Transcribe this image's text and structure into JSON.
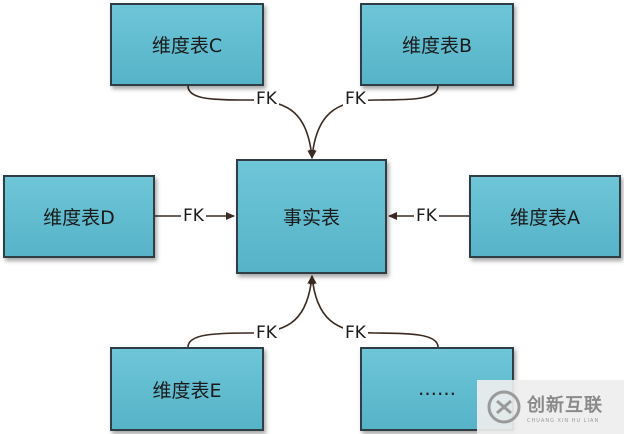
{
  "diagram": {
    "center_table": "事实表",
    "dimension_tables": {
      "c": "维度表C",
      "b": "维度表B",
      "d": "维度表D",
      "a": "维度表A",
      "e": "维度表E",
      "other": "……"
    },
    "fk_label": "FK"
  },
  "watermark": {
    "name_cn": "创新互联",
    "name_en": "CHUANG XIN HU LIAN"
  },
  "colors": {
    "box_fill": "#5ebccf",
    "box_border": "#2f3d44",
    "line": "#3a2b22"
  }
}
